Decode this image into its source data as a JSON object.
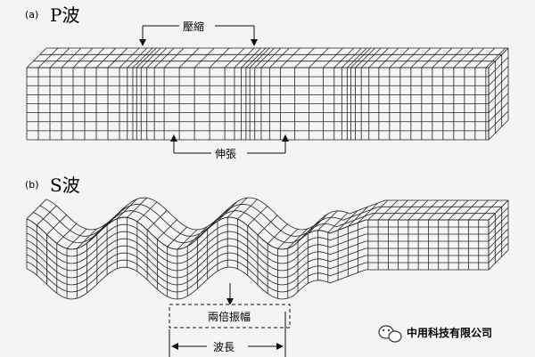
{
  "panels": {
    "p": {
      "label": "(a)",
      "title": "P波",
      "compression": "壓縮",
      "rarefaction": "伸張"
    },
    "s": {
      "label": "(b)",
      "title": "S波",
      "amplitude": "兩倍振幅",
      "wavelength": "波長"
    }
  },
  "watermark": {
    "text": "中用科技有限公司",
    "icon": "wechat-icon"
  }
}
